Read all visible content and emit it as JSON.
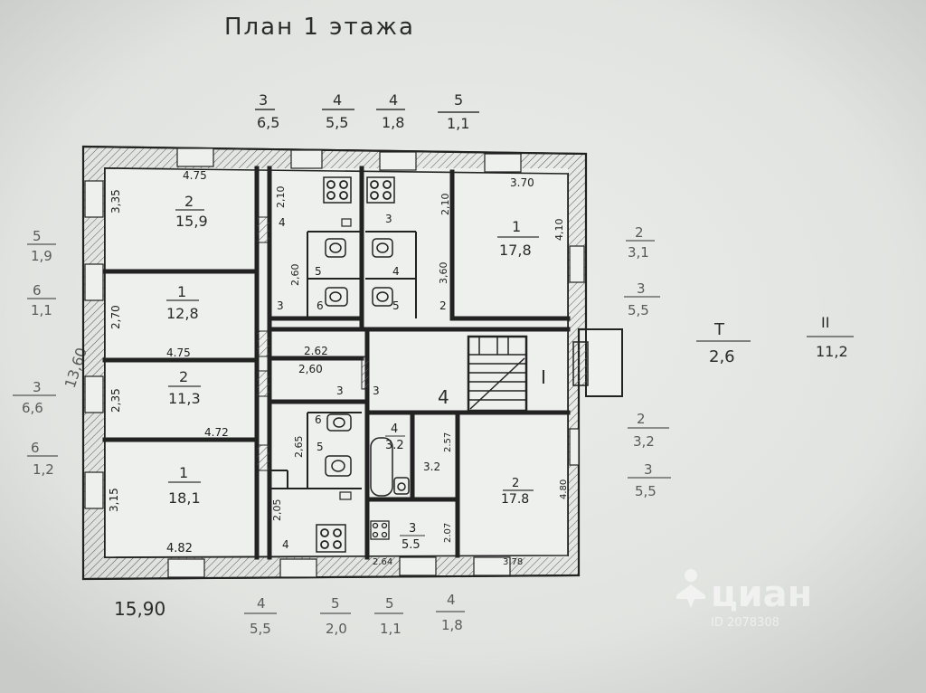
{
  "title": "План 1 этажа",
  "top_fractions": [
    {
      "num": "3",
      "den": "6,5"
    },
    {
      "num": "4",
      "den": "5,5"
    },
    {
      "num": "4",
      "den": "1,8"
    },
    {
      "num": "5",
      "den": "1,1"
    }
  ],
  "left_fractions": [
    {
      "num": "5",
      "den": "1,9"
    },
    {
      "num": "6",
      "den": "1,1"
    },
    {
      "num": "3",
      "den": "6,6"
    },
    {
      "num": "6",
      "den": "1,2"
    }
  ],
  "right_fractions": [
    {
      "num": "2",
      "den": "3,1"
    },
    {
      "num": "3",
      "den": "5,5"
    },
    {
      "num": "2",
      "den": "3,2"
    },
    {
      "num": "3",
      "den": "5,5"
    }
  ],
  "far_right": [
    {
      "num": "Т",
      "den": "2,6"
    },
    {
      "num": "II",
      "den": "11,2"
    }
  ],
  "bottom_fractions": [
    {
      "num": "4",
      "den": "5,5"
    },
    {
      "num": "5",
      "den": "2,0"
    },
    {
      "num": "5",
      "den": "1,1"
    },
    {
      "num": "4",
      "den": "1,8"
    }
  ],
  "overall_length": "15,90",
  "overall_height": "13,60",
  "rooms": [
    {
      "num": "2",
      "area": "15,9"
    },
    {
      "num": "1",
      "area": "12,8"
    },
    {
      "num": "2",
      "area": "11,3"
    },
    {
      "num": "1",
      "area": "18,1"
    },
    {
      "num": "1",
      "area": "17,8"
    },
    {
      "num": "2",
      "area": "17.8"
    },
    {
      "num": "4",
      "area": "3.2"
    },
    {
      "num": "3",
      "area": "5.5"
    }
  ],
  "labels": {
    "hall": "4",
    "stair": "I",
    "small_area": "3.2",
    "toilet_top_left_a": "4",
    "toilet_top_left_b": "5",
    "toilet_top_left_c": "6",
    "toilet_top_left_d": "3",
    "toilet_top_right_a": "3",
    "toilet_top_right_b": "4",
    "toilet_top_right_c": "5",
    "toilet_top_right_d": "2",
    "corridor_3": "3",
    "corridor_3b": "3",
    "bath_6": "6",
    "bath_5": "5",
    "kitchen_4": "4"
  },
  "dims": {
    "d_475_top": "4.75",
    "d_335": "3,35",
    "d_270": "2,70",
    "d_475_mid": "4.75",
    "d_235": "2,35",
    "d_472": "4.72",
    "d_315": "3,15",
    "d_482": "4.82",
    "d_210a": "2,10",
    "d_260a": "2,60",
    "d_210b": "2,10",
    "d_360": "3,60",
    "d_370": "3.70",
    "d_410": "4,10",
    "d_262": "2.62",
    "d_260b": "2,60",
    "d_265": "2,65",
    "d_205": "2,05",
    "d_257": "2.57",
    "d_207": "2.07",
    "d_264": "2.64",
    "d_378": "3.78",
    "d_480": "4.80"
  },
  "watermark": {
    "brand": "циан",
    "id": "ID 2078308"
  }
}
